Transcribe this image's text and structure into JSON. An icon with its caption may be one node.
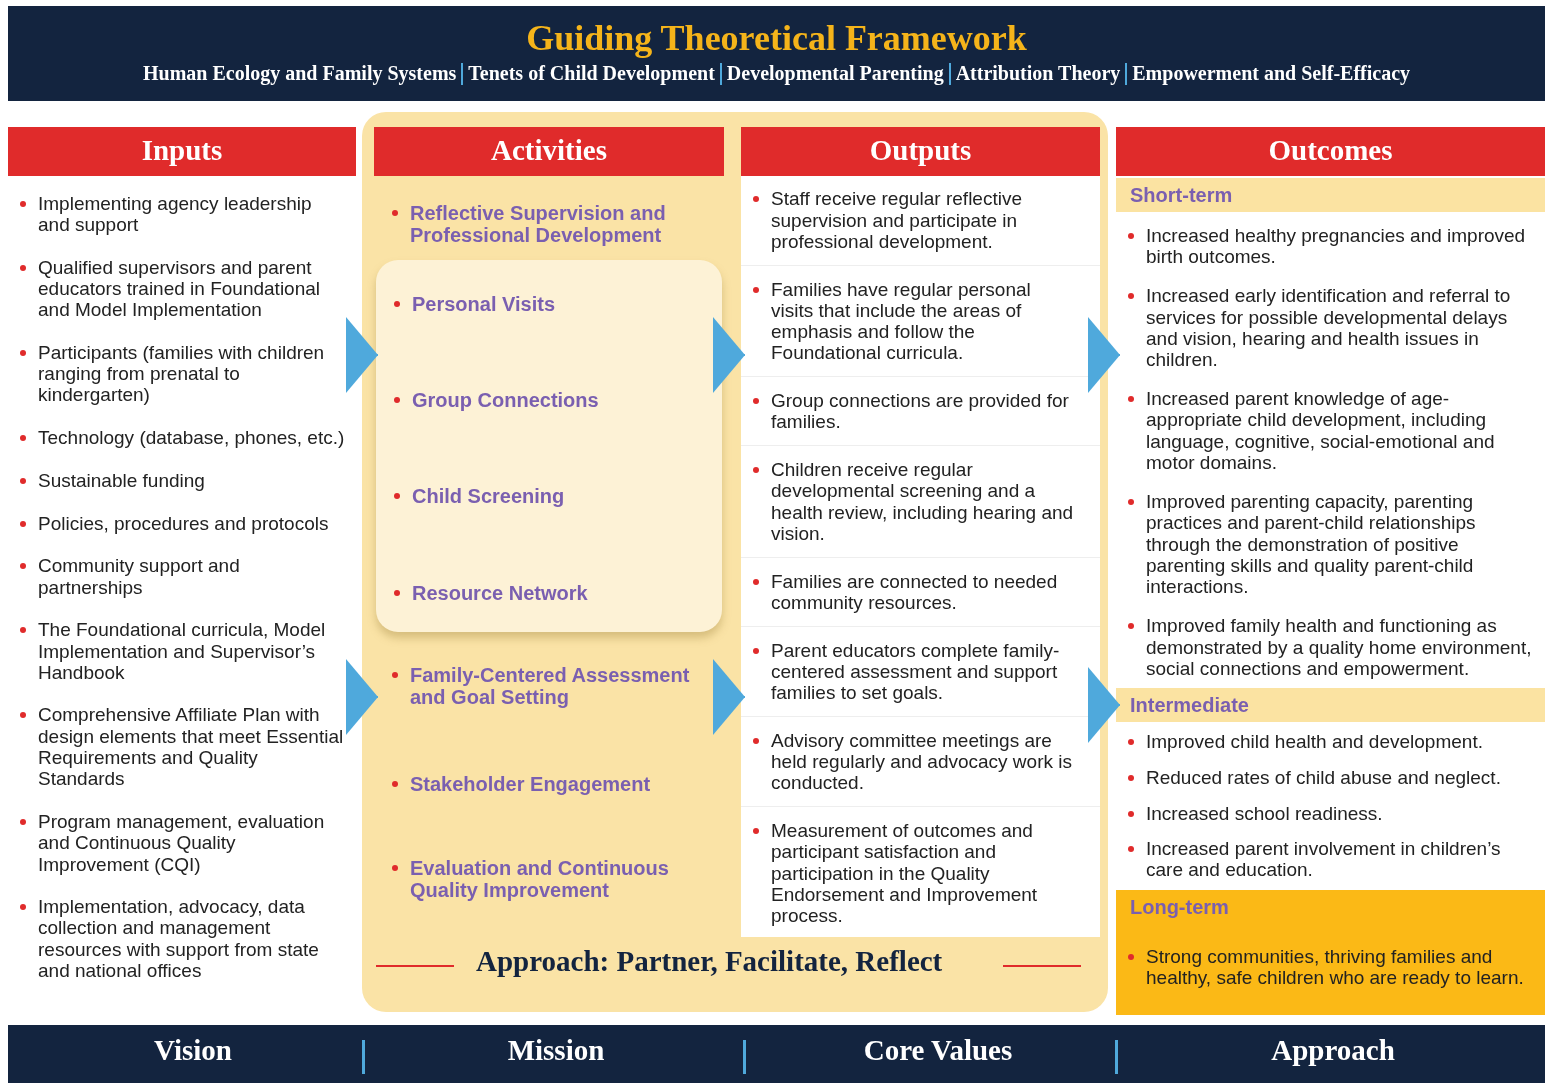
{
  "diagram": {
    "title": "Guiding Theoretical Framework",
    "nodes": [
      {
        "text": [
          "Inputs",
          "Implementing agency leadership and support",
          "Qualified supervisors and parent educators trained in Foundational and Model Implementation",
          "Participants (families with children ranging from prenatal to kindergarten)",
          "Technology (database, phones, etc.)",
          "Sustainable funding",
          "Policies, procedures and protocols",
          "Community support and partnerships",
          "The Foundational curricula, Model Implementation and Supervisor’s Handbook",
          "Comprehensive Affiliate Plan with design elements that meet Essential Requirements and Quality Standards",
          "Program management, evaluation and Continuous Quality Improvement (CQI)",
          "Implementation, advocacy, data collection and management resources with support from state and national offices"
        ]
      },
      {
        "text": [
          "Activities",
          "Reflective Supervision and Professional Development",
          "Family-Centered Assessment and Goal Setting",
          "Stakeholder Engagement",
          "Evaluation and Continuous Quality Improvement"
        ]
      },
      {
        "text": [
          "Personal Visits",
          "Group Connections",
          "Child Screening",
          "Resource Network"
        ],
        "in": 1
      },
      {
        "text": [
          "Outputs",
          "Staff receive regular reflective supervision and participate in professional development.",
          "Families have regular personal visits that include the areas of emphasis and follow the Foundational curricula.",
          "Group connections are provided for families.",
          "Children receive regular developmental screening and a health review, including hearing and vision.",
          "Families are connected to needed community resources.",
          "Parent educators complete family-centered assessment and support families to set goals.",
          "Advisory committee meetings are held regularly and advocacy work is conducted.",
          "Measurement of outcomes and participant satisfaction and participation in the Quality Endorsement and Improvement process."
        ]
      },
      {
        "text": [
          "Outcomes"
        ]
      },
      {
        "text": [
          "Short-term",
          "Increased healthy pregnancies and improved birth outcomes.",
          "Increased early identification and referral to services for possible developmental delays and vision, hearing and health issues in children.",
          "Increased parent knowledge of age-appropriate child development, including language, cognitive, social-emotional and motor domains.",
          "Improved parenting capacity, parenting practices and parent-child relationships through the demonstration of positive parenting skills and quality parent-child interactions.",
          "Improved family health and functioning as demonstrated by a quality home environment, social connections and empowerment."
        ],
        "in": 4
      },
      {
        "text": [
          "Intermediate",
          "Improved child health and development.",
          "Reduced rates of child abuse and neglect.",
          "Increased school readiness.",
          "Increased parent involvement in children’s care and education."
        ],
        "in": 4
      },
      {
        "text": [
          "Long-term",
          "Strong communities, thriving families and healthy, safe children who are ready to learn."
        ],
        "in": 4
      }
    ],
    "edges": [
      {
        "from": 0,
        "to": 1,
        "arrow": "to"
      },
      {
        "from": 0,
        "to": 1,
        "arrow": "to"
      },
      {
        "from": 2,
        "to": 3,
        "arrow": "to"
      },
      {
        "from": 1,
        "to": 3,
        "arrow": "to"
      },
      {
        "from": 3,
        "to": 5,
        "arrow": "to"
      },
      {
        "from": 3,
        "to": 6,
        "arrow": "to"
      }
    ],
    "labels": [
      "Human Ecology and Family Systems",
      "Tenets of Child Development",
      "Developmental Parenting",
      "Attribution Theory",
      "Empowerment and Self-Efficacy",
      "Approach: Partner, Facilitate, Reflect",
      "Vision",
      "Mission",
      "Core Values",
      "Approach"
    ]
  }
}
